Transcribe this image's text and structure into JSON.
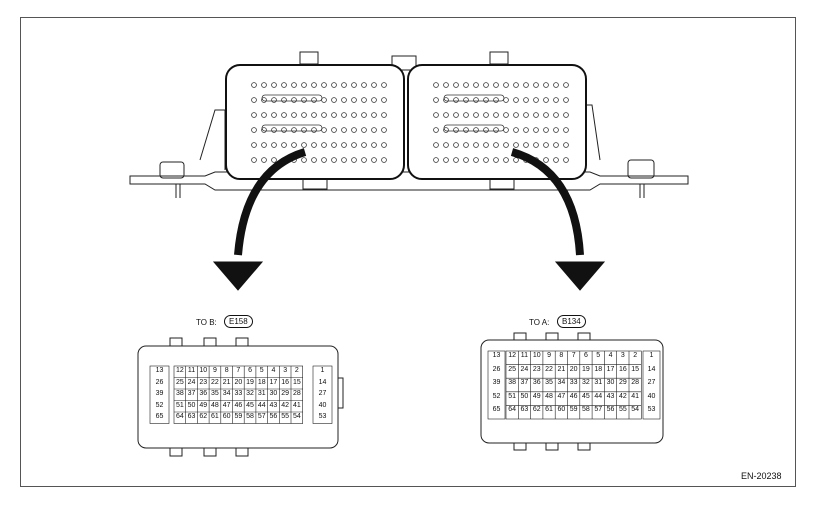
{
  "connector_b": {
    "prefix": "TO B:",
    "code": "E158",
    "left_column": [
      "13",
      "26",
      "39",
      "52",
      "65"
    ],
    "right_column": [
      "1",
      "14",
      "27",
      "40",
      "53"
    ],
    "grid": [
      [
        "12",
        "11",
        "10",
        "9",
        "8",
        "7",
        "6",
        "5",
        "4",
        "3",
        "2"
      ],
      [
        "25",
        "24",
        "23",
        "22",
        "21",
        "20",
        "19",
        "18",
        "17",
        "16",
        "15"
      ],
      [
        "38",
        "37",
        "36",
        "35",
        "34",
        "33",
        "32",
        "31",
        "30",
        "29",
        "28"
      ],
      [
        "51",
        "50",
        "49",
        "48",
        "47",
        "46",
        "45",
        "44",
        "43",
        "42",
        "41"
      ],
      [
        "64",
        "63",
        "62",
        "61",
        "60",
        "59",
        "58",
        "57",
        "56",
        "55",
        "54"
      ]
    ]
  },
  "connector_a": {
    "prefix": "TO A:",
    "code": "B134",
    "left_column": [
      "13",
      "26",
      "39",
      "52",
      "65"
    ],
    "right_column": [
      "1",
      "14",
      "27",
      "40",
      "53"
    ],
    "grid": [
      [
        "12",
        "11",
        "10",
        "9",
        "8",
        "7",
        "6",
        "5",
        "4",
        "3",
        "2"
      ],
      [
        "25",
        "24",
        "23",
        "22",
        "21",
        "20",
        "19",
        "18",
        "17",
        "16",
        "15"
      ],
      [
        "38",
        "37",
        "36",
        "35",
        "34",
        "33",
        "32",
        "31",
        "30",
        "29",
        "28"
      ],
      [
        "51",
        "50",
        "49",
        "48",
        "47",
        "46",
        "45",
        "44",
        "43",
        "42",
        "41"
      ],
      [
        "64",
        "63",
        "62",
        "61",
        "60",
        "59",
        "58",
        "57",
        "56",
        "55",
        "54"
      ]
    ]
  },
  "figure_id": "EN-20238"
}
